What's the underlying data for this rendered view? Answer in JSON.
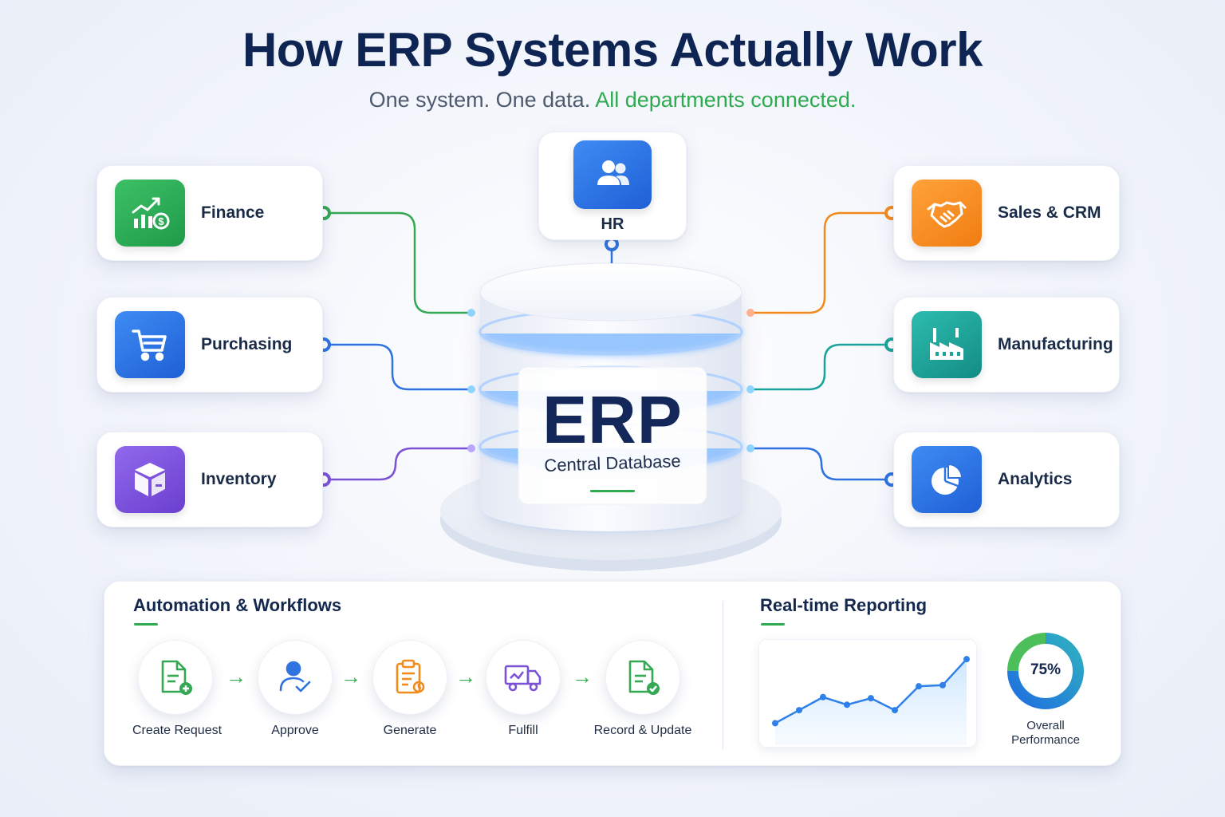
{
  "title": "How ERP Systems Actually Work",
  "subtitle": {
    "part1": "One system. One data. ",
    "part2": "All departments connected."
  },
  "departments": {
    "finance": {
      "label": "Finance",
      "icon": "chart-money-icon",
      "color": "#2eaa4f"
    },
    "purchasing": {
      "label": "Purchasing",
      "icon": "shopping-cart-icon",
      "color": "#2f73e0"
    },
    "inventory": {
      "label": "Inventory",
      "icon": "box-icon",
      "color": "#7b52d6"
    },
    "hr": {
      "label": "HR",
      "icon": "people-icon",
      "color": "#2f73e0"
    },
    "sales": {
      "label": "Sales & CRM",
      "icon": "handshake-icon",
      "color": "#f28b1e"
    },
    "manufacturing": {
      "label": "Manufacturing",
      "icon": "factory-icon",
      "color": "#1aa39a"
    },
    "analytics": {
      "label": "Analytics",
      "icon": "pie-chart-icon",
      "color": "#2f73e0"
    }
  },
  "center": {
    "title": "ERP",
    "subtitle": "Central Database"
  },
  "automation": {
    "title": "Automation & Workflows",
    "steps": [
      {
        "label": "Create Request",
        "icon": "document-add-icon"
      },
      {
        "label": "Approve",
        "icon": "user-check-icon"
      },
      {
        "label": "Generate",
        "icon": "clipboard-icon"
      },
      {
        "label": "Fulfill",
        "icon": "truck-icon"
      },
      {
        "label": "Record & Update",
        "icon": "document-check-icon"
      }
    ]
  },
  "reporting": {
    "title": "Real-time Reporting",
    "trend_values": [
      1.0,
      2.2,
      3.4,
      2.7,
      3.3,
      2.2,
      4.4,
      4.5,
      6.9
    ],
    "donut_value": "75%",
    "donut_fraction": 0.75,
    "donut_label_line1": "Overall",
    "donut_label_line2": "Performance"
  }
}
